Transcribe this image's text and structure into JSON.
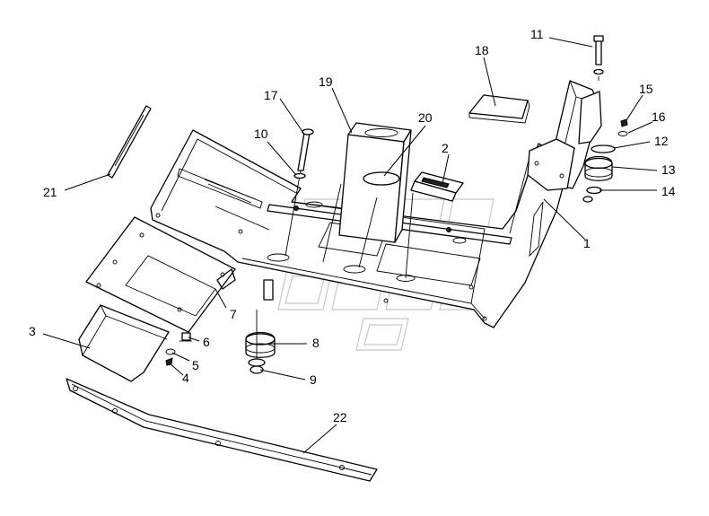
{
  "callouts": [
    {
      "id": "c1",
      "label": "1"
    },
    {
      "id": "c2",
      "label": "2"
    },
    {
      "id": "c3",
      "label": "3"
    },
    {
      "id": "c4",
      "label": "4"
    },
    {
      "id": "c5",
      "label": "5"
    },
    {
      "id": "c6",
      "label": "6"
    },
    {
      "id": "c7",
      "label": "7"
    },
    {
      "id": "c8",
      "label": "8"
    },
    {
      "id": "c9",
      "label": "9"
    },
    {
      "id": "c10",
      "label": "10"
    },
    {
      "id": "c11",
      "label": "11"
    },
    {
      "id": "c12",
      "label": "12"
    },
    {
      "id": "c13",
      "label": "13"
    },
    {
      "id": "c14",
      "label": "14"
    },
    {
      "id": "c15",
      "label": "15"
    },
    {
      "id": "c16",
      "label": "16"
    },
    {
      "id": "c17",
      "label": "17"
    },
    {
      "id": "c18",
      "label": "18"
    },
    {
      "id": "c19",
      "label": "19"
    },
    {
      "id": "c20",
      "label": "20"
    },
    {
      "id": "c21",
      "label": "21"
    },
    {
      "id": "c22",
      "label": "22"
    }
  ]
}
